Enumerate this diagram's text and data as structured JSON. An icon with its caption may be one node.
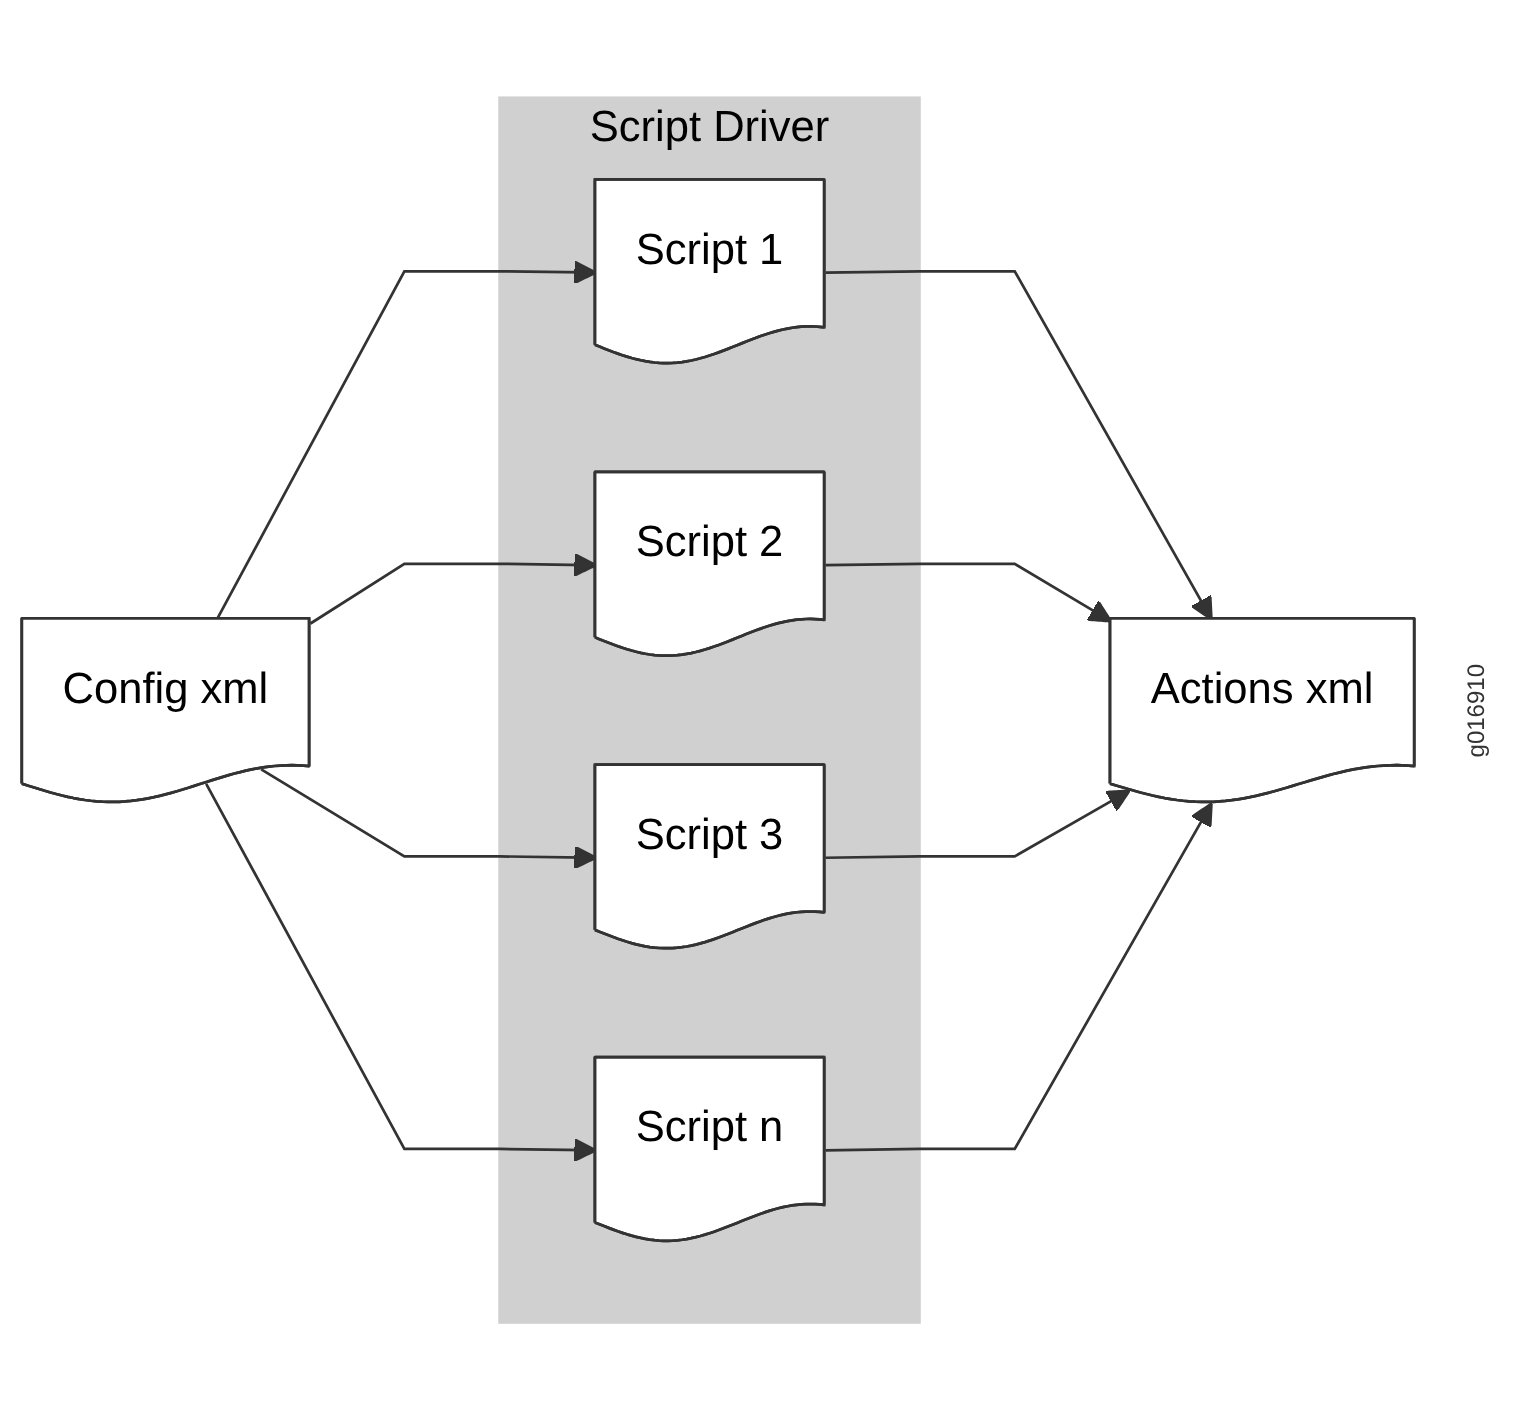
{
  "diagram": {
    "nodes": [
      {
        "text": [
          "Script Driver"
        ]
      },
      {
        "text": [
          "Config xml"
        ]
      },
      {
        "text": [
          "Script 1"
        ],
        "in": 0
      },
      {
        "text": [
          "Script 2"
        ],
        "in": 0
      },
      {
        "text": [
          "Script 3"
        ],
        "in": 0
      },
      {
        "text": [
          "Script n"
        ],
        "in": 0
      },
      {
        "text": [
          "Actions xml"
        ]
      }
    ],
    "edges": [
      {
        "from": 1,
        "to": 2,
        "arrow": "to"
      },
      {
        "from": 1,
        "to": 3,
        "arrow": "to"
      },
      {
        "from": 1,
        "to": 4,
        "arrow": "to"
      },
      {
        "from": 1,
        "to": 5,
        "arrow": "to"
      },
      {
        "from": 2,
        "to": 6,
        "arrow": "to"
      },
      {
        "from": 3,
        "to": 6,
        "arrow": "to"
      },
      {
        "from": 4,
        "to": 6,
        "arrow": "to"
      },
      {
        "from": 5,
        "to": 6,
        "arrow": "to"
      }
    ],
    "labels": [
      "g016910"
    ]
  }
}
